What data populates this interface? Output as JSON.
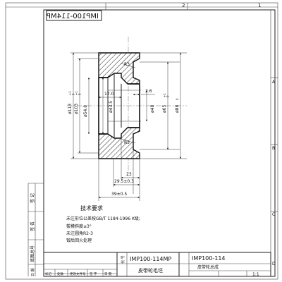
{
  "sheet": {
    "zone_numbers": [
      "2",
      "1"
    ],
    "zone_letters": [
      "A",
      "B",
      "C",
      "D"
    ]
  },
  "mirrored_code": "IMP100-114MP",
  "dimensions": {
    "d_outer": "ø113",
    "d_outer_tol": "+1\n0",
    "d_103": "ø103",
    "d_103_tol": "+1\n0",
    "d_54": "ø54.8",
    "d_43": "ø43.5",
    "d_48": "ø48",
    "d_65": "ø65",
    "d_65_tol": "+1\n0",
    "d_88": "ø88",
    "d_88_tol": "0",
    "w_17": "17.0",
    "w_2_6": "2.6",
    "r_top": "R3",
    "r_bottom": "R3",
    "w_23": "23",
    "w_29_5": "29.5±0.3",
    "w_39": "39±0.5"
  },
  "notes": {
    "title": "技术要求",
    "lines": [
      "未注形位公差按GB/T 1184-1996 K级;",
      "拔模斜度≤3°",
      "未注圆角R2-3",
      "锻后回火处理"
    ]
  },
  "left_strip": [
    "签 记",
    "签 名",
    "底图总号",
    "日 期"
  ],
  "title_block": {
    "code_label": "代 号",
    "code": "IMP100-114MP",
    "product_code": "IMP100-114",
    "part_name": "皮带轮毛坯",
    "product_name": "皮带轮总成",
    "revision_headers": [
      "标记",
      "处数",
      "更改文件号",
      "签 字",
      "日 期"
    ],
    "scale": "1:1"
  }
}
